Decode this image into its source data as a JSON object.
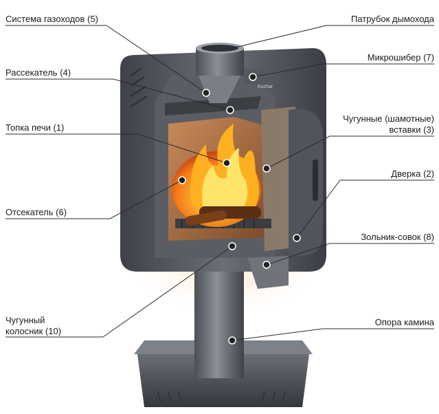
{
  "labels": {
    "gas_duct_system": "Система газоходов (5)",
    "divider": "Рассекатель (4)",
    "firebox": "Топка печи (1)",
    "separator": "Отсекатель (6)",
    "grate_line1": "Чугунный",
    "grate_line2": "колосник (10)",
    "chimney_pipe": "Патрубок дымохода",
    "micro_damper": "Микрошибер (7)",
    "inserts_line1": "Чугунные (шамотные)",
    "inserts_line2": "вставки (3)",
    "door": "Дверка (2)",
    "ash_pan": "Зольник-совок (8)",
    "support": "Опора камина"
  },
  "brand": "Kuchar",
  "colors": {
    "metal_dark": "#4a4e54",
    "metal_mid": "#6d7278",
    "metal_light": "#9aa0a6",
    "fire_orange": "#ff8a1a",
    "fire_yellow": "#ffd84a",
    "glow": "#ffe3c2",
    "line": "#2a2a2a"
  }
}
